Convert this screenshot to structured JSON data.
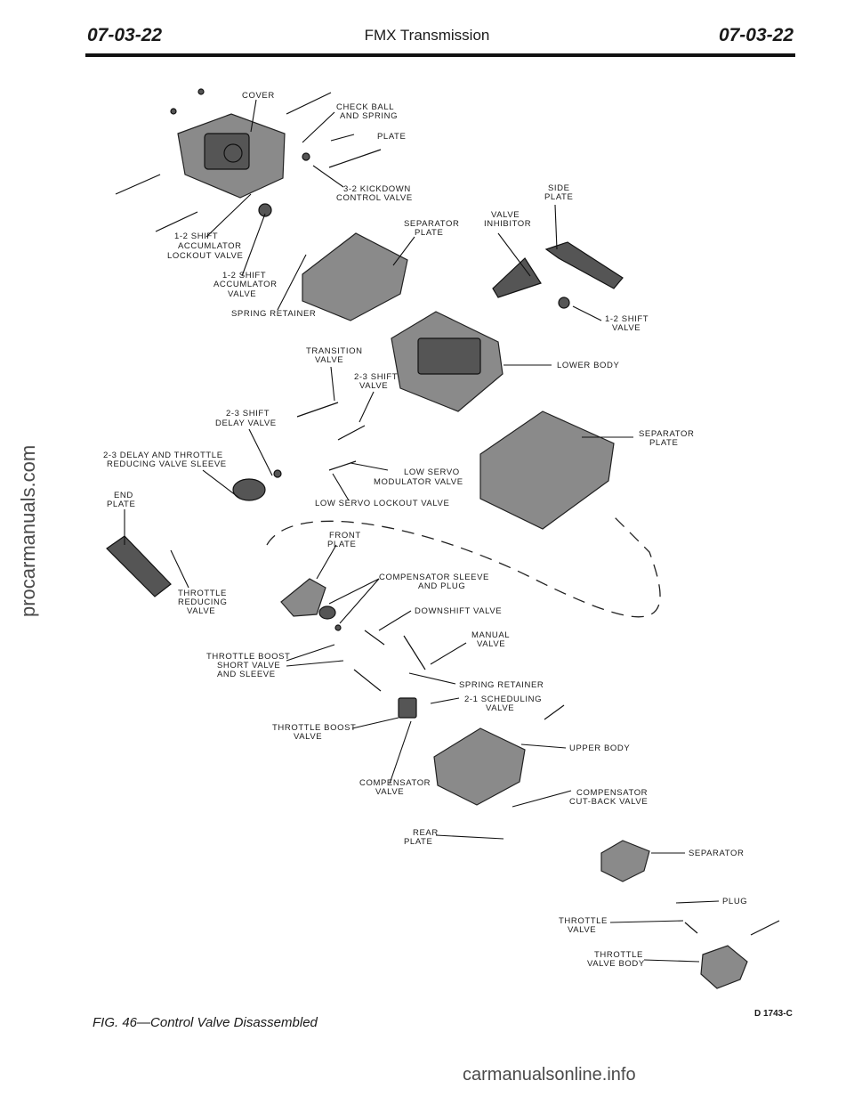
{
  "header": {
    "left_code": "07-03-22",
    "title": "FMX Transmission",
    "right_code": "07-03-22"
  },
  "labels": {
    "cover": "COVER",
    "check_ball_1": "CHECK BALL",
    "check_ball_2": "AND SPRING",
    "plate": "PLATE",
    "kickdown_1": "3-2 KICKDOWN",
    "kickdown_2": "CONTROL VALVE",
    "side_plate_1": "SIDE",
    "side_plate_2": "PLATE",
    "shift12_lock_1": "1-2 SHIFT",
    "shift12_lock_2": "ACCUMLATOR",
    "shift12_lock_3": "LOCKOUT VALVE",
    "separator_top_1": "SEPARATOR",
    "separator_top_2": "PLATE",
    "valve_inhibitor_1": "VALVE",
    "valve_inhibitor_2": "INHIBITOR",
    "shift12_acc_1": "1-2 SHIFT",
    "shift12_acc_2": "ACCUMLATOR",
    "shift12_acc_3": "VALVE",
    "spring_retainer_top": "SPRING RETAINER",
    "shift12_valve_1": "1-2 SHIFT",
    "shift12_valve_2": "VALVE",
    "transition_1": "TRANSITION",
    "transition_2": "VALVE",
    "shift23_1": "2-3 SHIFT",
    "shift23_2": "VALVE",
    "lower_body": "LOWER BODY",
    "delay23_1": "2-3 SHIFT",
    "delay23_2": "DELAY VALVE",
    "separator_mid_1": "SEPARATOR",
    "separator_mid_2": "PLATE",
    "delay_throttle_1": "2-3 DELAY AND THROTTLE",
    "delay_throttle_2": "REDUCING VALVE SLEEVE",
    "low_servo_mod_1": "LOW SERVO",
    "low_servo_mod_2": "MODULATOR VALVE",
    "end_plate_1": "END",
    "end_plate_2": "PLATE",
    "low_servo_lockout": "LOW SERVO LOCKOUT VALVE",
    "front_plate_1": "FRONT",
    "front_plate_2": "PLATE",
    "comp_sleeve_1": "COMPENSATOR SLEEVE",
    "comp_sleeve_2": "AND PLUG",
    "throttle_red_1": "THROTTLE",
    "throttle_red_2": "REDUCING",
    "throttle_red_3": "VALVE",
    "downshift": "DOWNSHIFT VALVE",
    "manual_1": "MANUAL",
    "manual_2": "VALVE",
    "boost_short_1": "THROTTLE BOOST",
    "boost_short_2": "SHORT VALVE",
    "boost_short_3": "AND SLEEVE",
    "spring_retainer_low": "SPRING RETAINER",
    "sched21_1": "2-1 SCHEDULING",
    "sched21_2": "VALVE",
    "boost_valve_1": "THROTTLE BOOST",
    "boost_valve_2": "VALVE",
    "upper_body": "UPPER BODY",
    "comp_valve_1": "COMPENSATOR",
    "comp_valve_2": "VALVE",
    "comp_cutback_1": "COMPENSATOR",
    "comp_cutback_2": "CUT-BACK VALVE",
    "rear_plate_1": "REAR",
    "rear_plate_2": "PLATE",
    "separator_low": "SEPARATOR",
    "plug": "PLUG",
    "throttle_valve_1": "THROTTLE",
    "throttle_valve_2": "VALVE",
    "throttle_body_1": "THROTTLE",
    "throttle_body_2": "VALVE BODY"
  },
  "figure_code": "D 1743-C",
  "caption": "FIG. 46—Control Valve Disassembled",
  "watermarks": {
    "left": "procarmanuals.com",
    "bottom": "carmanualsonline.info"
  }
}
